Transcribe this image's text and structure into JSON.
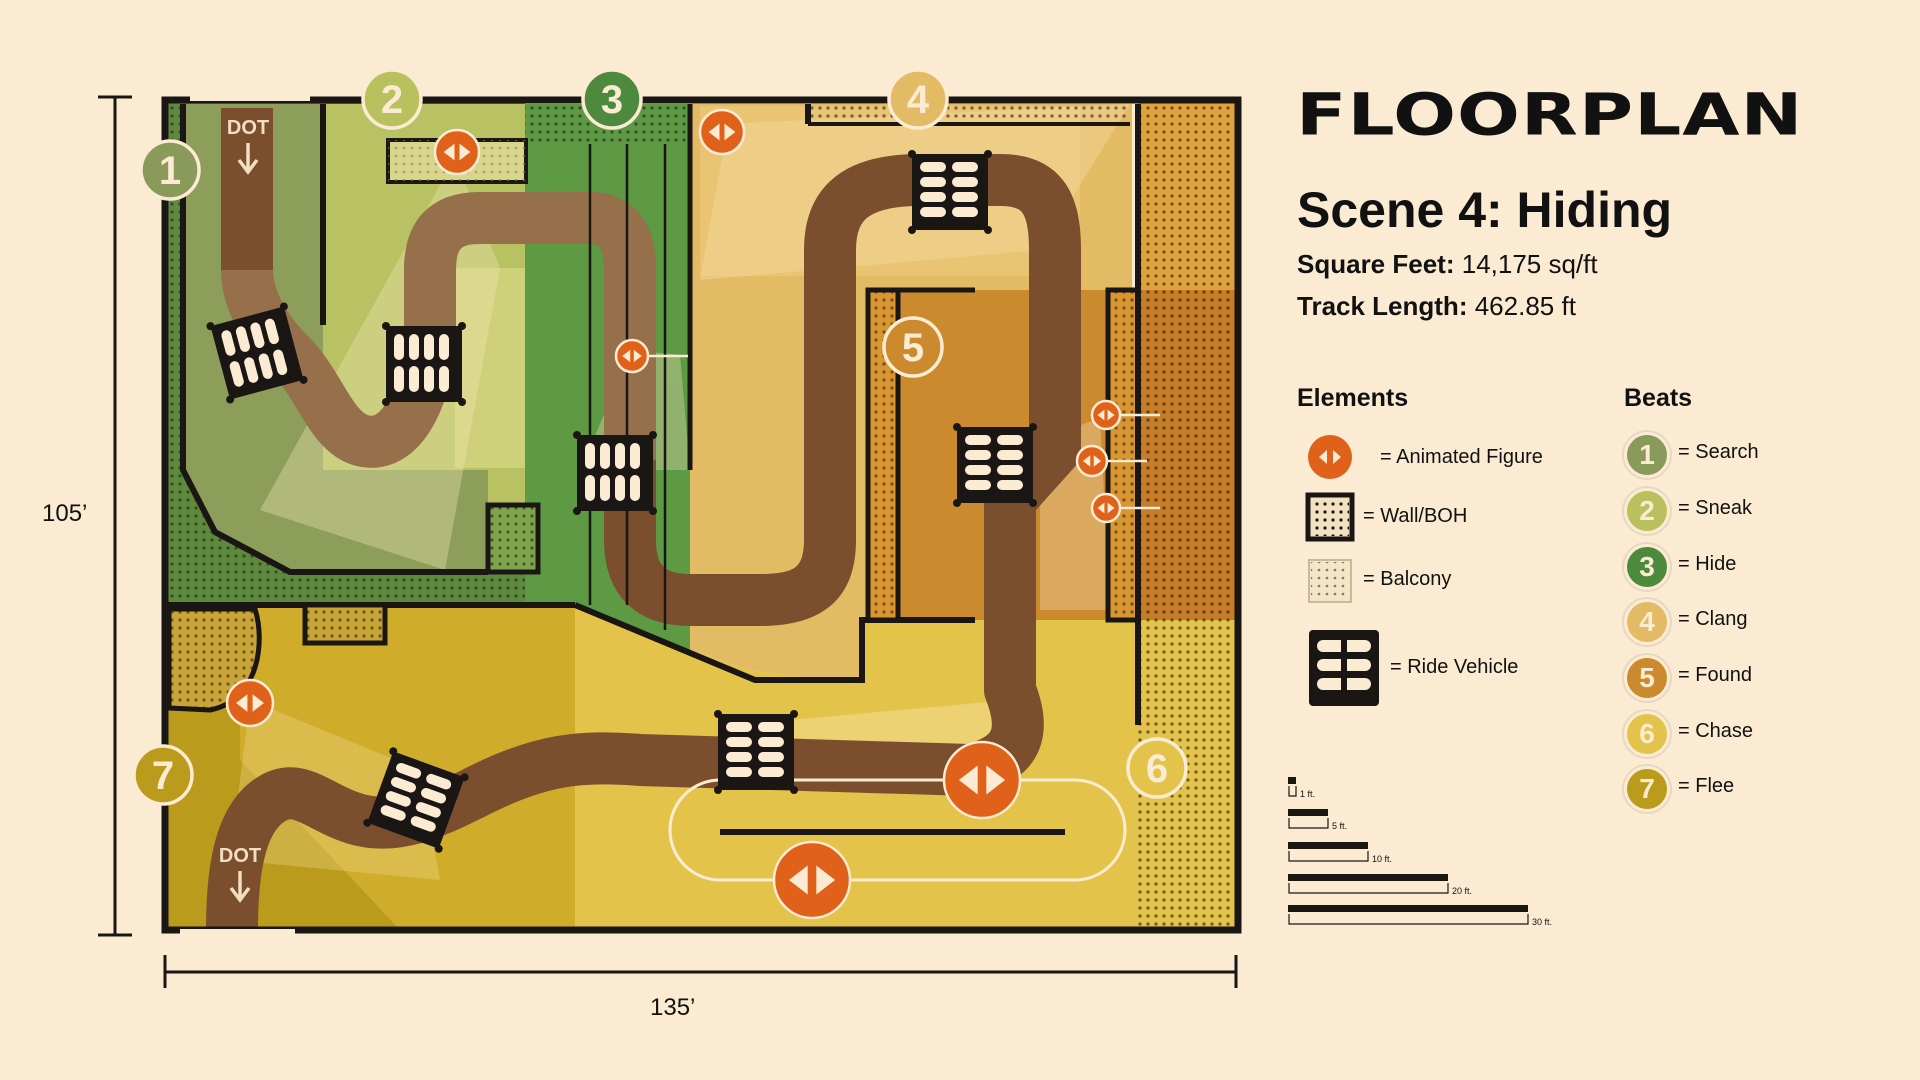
{
  "title": "FLOORPLAN",
  "scene": "Scene 4: Hiding",
  "stats": {
    "square_feet_label": "Square Feet:",
    "square_feet_value": "14,175 sq/ft",
    "track_length_label": "Track Length:",
    "track_length_value": "462.85 ft"
  },
  "dimensions": {
    "height": "105’",
    "width": "135’"
  },
  "entrance_labels": {
    "top": "DOT",
    "bottom": "DOT"
  },
  "elements": {
    "heading": "Elements",
    "items": [
      {
        "label": "= Animated Figure",
        "icon": "animated-figure-icon"
      },
      {
        "label": "= Wall/BOH",
        "icon": "wall-boh-icon"
      },
      {
        "label": "= Balcony",
        "icon": "balcony-icon"
      },
      {
        "label": "= Ride Vehicle",
        "icon": "ride-vehicle-icon"
      }
    ]
  },
  "beats": {
    "heading": "Beats",
    "items": [
      {
        "num": "1",
        "label": "= Search",
        "color": "#8a9a5b"
      },
      {
        "num": "2",
        "label": "= Sneak",
        "color": "#b8c15e"
      },
      {
        "num": "3",
        "label": "= Hide",
        "color": "#4e8a3e"
      },
      {
        "num": "4",
        "label": "= Clang",
        "color": "#e3bb65"
      },
      {
        "num": "5",
        "label": "= Found",
        "color": "#cc8a2e"
      },
      {
        "num": "6",
        "label": "= Chase",
        "color": "#e3c349"
      },
      {
        "num": "7",
        "label": "= Flee",
        "color": "#bb9b1c"
      }
    ]
  },
  "scale": [
    "1 ft.",
    "5 ft.",
    "10 ft.",
    "20 ft.",
    "30 ft."
  ],
  "colors": {
    "background": "#fbebd3",
    "wall": "#1a1614",
    "track": "#7b4f2e",
    "figure": "#e0621a"
  }
}
